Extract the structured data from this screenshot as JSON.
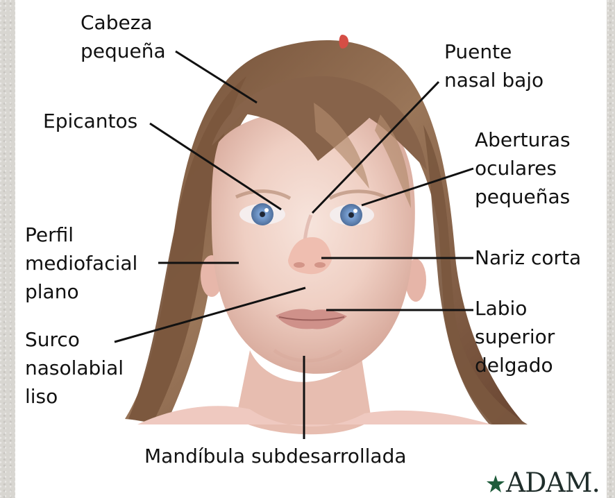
{
  "labels": {
    "cabeza": [
      "Cabeza",
      "pequeña"
    ],
    "epicantos": [
      "Epicantos"
    ],
    "perfil": [
      "Perfil",
      "mediofacial",
      "plano"
    ],
    "surco": [
      "Surco",
      "nasolabial",
      "liso"
    ],
    "puente": [
      "Puente",
      "nasal bajo"
    ],
    "aberturas": [
      "Aberturas",
      "oculares",
      "pequeñas"
    ],
    "nariz": [
      "Nariz corta"
    ],
    "labio": [
      "Labio",
      "superior",
      "delgado"
    ],
    "mandibula": [
      "Mandíbula subdesarrollada"
    ]
  },
  "logo": {
    "text": "ADAM."
  },
  "colors": {
    "hair": "#8b6548",
    "skin": "#efd0c5",
    "eye": "#6f94c8",
    "lip": "#cc8d85",
    "line": "#111111"
  }
}
